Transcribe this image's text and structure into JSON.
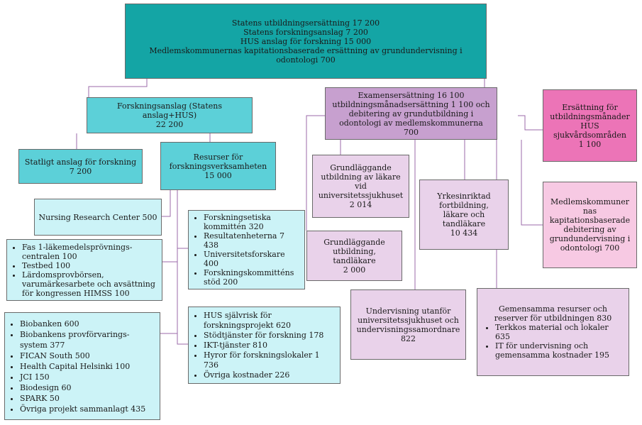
{
  "top": {
    "lines": [
      "Statens utbildningsersättning 17 200",
      "Statens forskningsanslag 7 200",
      "HUS anslag för forskning 15 000",
      "Medlemskommunernas kapitationsbaserade ersättning av grundundervisning i odontologi 700"
    ]
  },
  "research": {
    "main": {
      "lines": [
        "Forskningsanslag (Statens anslag+HUS)",
        "22 200"
      ]
    },
    "state": {
      "lines": [
        "Statligt anslag för forskning",
        "7 200"
      ]
    },
    "resources": {
      "lines": [
        "Resurser för forskningsverksamheten",
        "15 000"
      ]
    },
    "nursing": {
      "lines": [
        "Nursing Research Center 500"
      ]
    },
    "fas1": {
      "items": [
        "Fas 1-läkemedelsprövnings-centralen 100",
        "Testbed 100",
        "Lärdomsprovbörsen, varumärkesarbete och avsättning för kongressen HIMSS 100"
      ]
    },
    "biobank": {
      "items": [
        "Biobanken 600",
        "Biobankens provförvarings-system 377",
        "FICAN South 500",
        "Health Capital Helsinki 100",
        "JCI 150",
        "Biodesign 60",
        "SPARK 50",
        "Övriga projekt sammanlagt 435"
      ]
    },
    "ethics": {
      "items": [
        "Forskningsetiska kommittén 320",
        "Resultatenheterna 7 438",
        "Universitetsforskare 400",
        "Forskningskommitténs stöd 200"
      ]
    },
    "hus": {
      "items": [
        "HUS självrisk för forskningsprojekt 620",
        "Stödtjänster för forskning 178",
        "IKT-tjänster 810",
        "Hyror för forskningslokaler 1 736",
        "Övriga kostnader 226"
      ]
    }
  },
  "education": {
    "exam": {
      "lines": [
        "Examensersättning 16 100",
        "utbildningsmånadsersättning 1 100 och debitering av grundutbildning i odontologi av medlemskommunerna 700"
      ]
    },
    "month": {
      "lines": [
        "Ersättning för utbildningsmånader HUS sjukvårdsområden",
        "1 100"
      ]
    },
    "doctors": {
      "lines": [
        "Grundläggande utbildning av läkare vid universitetssjukhuset",
        "2 014"
      ]
    },
    "dentists": {
      "lines": [
        "Grundläggande utbildning, tandläkare",
        "2 000"
      ]
    },
    "special": {
      "lines": [
        "Yrkesinriktad fortbildning, läkare och tandläkare",
        "10 434"
      ]
    },
    "municipal": {
      "lines": [
        "Medlemskommunernas kapitationsbaserade debitering av grundundervisning i odontologi 700"
      ]
    },
    "teaching": {
      "lines": [
        "Undervisning utanför universitetssjukhuset och undervisningssamordnare",
        "822"
      ]
    },
    "common": {
      "title": "Gemensamma resurser och reserver för utbildningen 830",
      "items": [
        "Terkkos material och lokaler 635",
        "IT för undervisning och gemensamma kostnader 195"
      ]
    }
  }
}
